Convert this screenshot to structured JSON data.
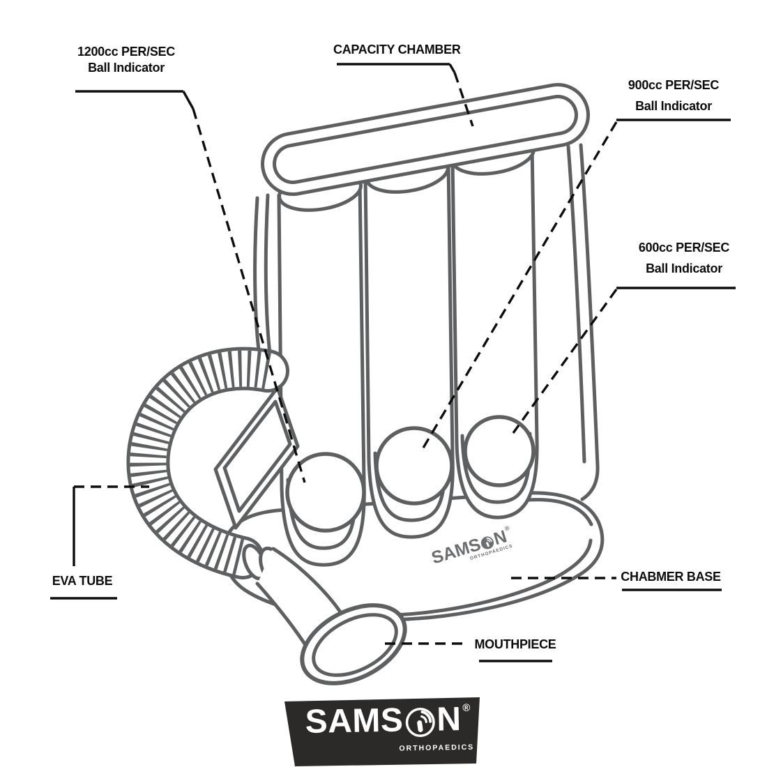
{
  "diagram": {
    "labels": {
      "ball_indicator_1200": {
        "line1": "1200cc PER/SEC",
        "line2": "Ball Indicator"
      },
      "capacity_chamber": {
        "text": "CAPACITY CHAMBER"
      },
      "ball_indicator_900": {
        "line1": "900cc PER/SEC",
        "line2": "Ball Indicator"
      },
      "ball_indicator_600": {
        "line1": "600cc PER/SEC",
        "line2": "Ball Indicator"
      },
      "eva_tube": {
        "text": "EVA TUBE"
      },
      "chamber_base": {
        "text": "CHABMER BASE"
      },
      "mouthpiece": {
        "text": "MOUTHPIECE"
      }
    },
    "device_logo": {
      "brand_prefix": "SAMS",
      "brand_suffix": "N",
      "registered": "®",
      "subtitle": "ORTHOPAEDICS"
    },
    "footer_logo": {
      "brand_prefix": "SAMS",
      "brand_suffix": "N",
      "registered": "®",
      "subtitle": "ORTHOPAEDICS"
    },
    "colors": {
      "line_art": "#5d5f60",
      "label_text": "#0c0c0c",
      "logo_background": "#2b2a29",
      "logo_text": "#ffffff",
      "device_logo_text": "#6b6d6e"
    }
  }
}
